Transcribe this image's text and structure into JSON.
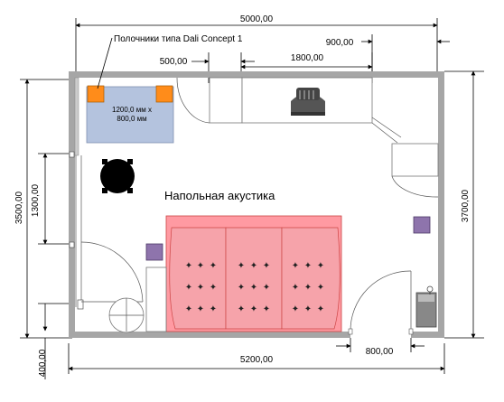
{
  "plan": {
    "shelves_label": "Полочники типа Dali Concept 1",
    "acoustics_label": "Напольная акустика",
    "desk_size_line1": "1200,0 мм x",
    "desk_size_line2": "800,0 мм"
  },
  "dimensions": {
    "top_total": "5000,00",
    "top_right_gap": "900,00",
    "top_small": "500,00",
    "top_cabinet": "1800,00",
    "bottom_total": "5200,00",
    "bottom_door": "800,00",
    "left_height": "3500,00",
    "left_inner": "1300,00",
    "left_bottom": "400,00",
    "right_height": "3700,00"
  },
  "colors": {
    "wall": "#a6a6a6",
    "desk": "#b4c3de",
    "speaker_orange": "#ff8c1a",
    "sofa": "#ff9aa2",
    "acoustic_purple": "#8e74ac"
  }
}
